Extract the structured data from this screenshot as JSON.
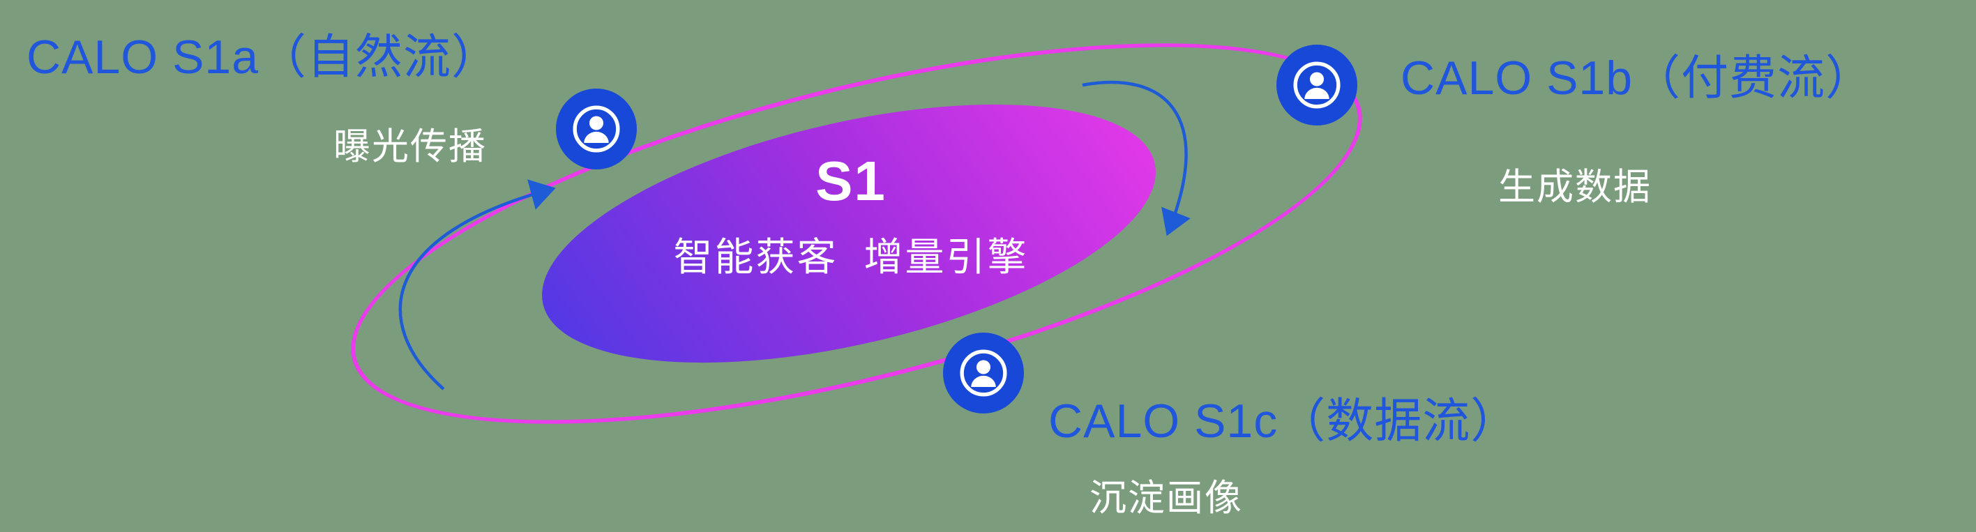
{
  "center": {
    "title": "S1",
    "subtitle": "智能获客  增量引擎"
  },
  "nodes": [
    {
      "id": "s1a",
      "label": "CALO S1a（自然流）",
      "sublabel": "曝光传播"
    },
    {
      "id": "s1b",
      "label": "CALO S1b（付费流）",
      "sublabel": "生成数据"
    },
    {
      "id": "s1c",
      "label": "CALO S1c（数据流）",
      "sublabel": "沉淀画像"
    }
  ],
  "icons": {
    "node_icon": "user-in-circle-icon",
    "right_arrow": "curved-arrow-clockwise",
    "left_arrow": "curved-arrow-counterclockwise"
  },
  "colors": {
    "background": "#7b9c7d",
    "ring": "#ec3bec",
    "gradient_start": "#4a3ae4",
    "gradient_mid": "#a22fe0",
    "gradient_end": "#e93ae9",
    "node_blue": "#1848d8",
    "label_blue": "#2056dc",
    "arrow_blue": "#1e5bd6",
    "text_white": "#ffffff"
  }
}
